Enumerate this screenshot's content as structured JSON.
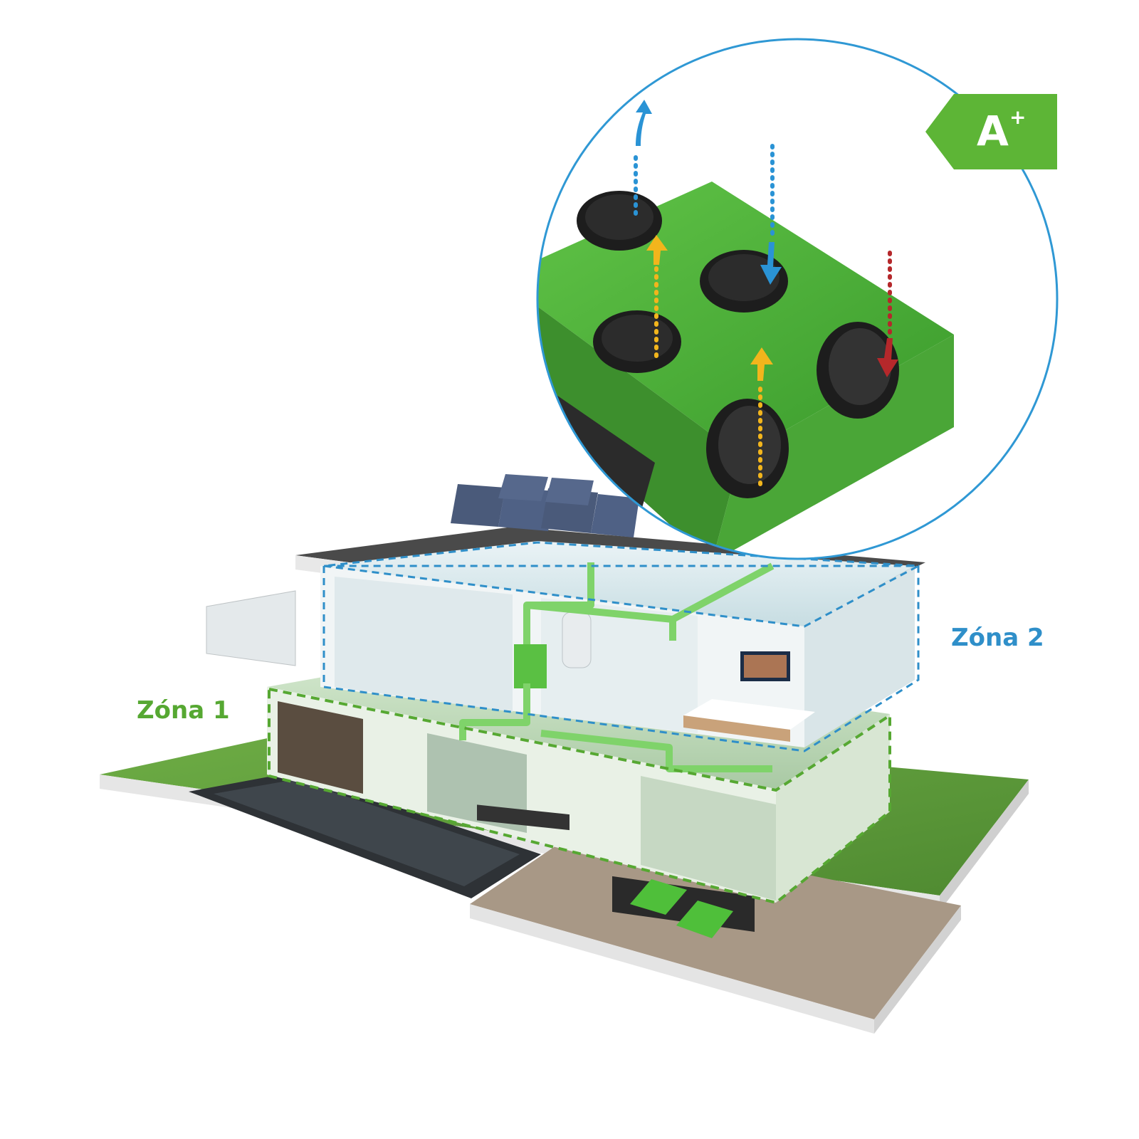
{
  "zones": [
    {
      "label": "Zóna 1",
      "color": "#56a832"
    },
    {
      "label": "Zóna 2",
      "color": "#2f8fc9"
    }
  ],
  "energy_badge": {
    "letter": "A",
    "superscript": "+",
    "color": "#5db536"
  },
  "colors": {
    "device_green": "#4db33a",
    "port_black": "#1d1d1d",
    "circle_outline": "#2f98d4",
    "airflow_blue": "#2a93d5",
    "airflow_yellow": "#f2b51c",
    "airflow_red": "#b5282b",
    "grass": "#5d9b3a",
    "deck": "#a99a88",
    "water": "#2b2f33",
    "duct_green": "#7fd36a"
  }
}
